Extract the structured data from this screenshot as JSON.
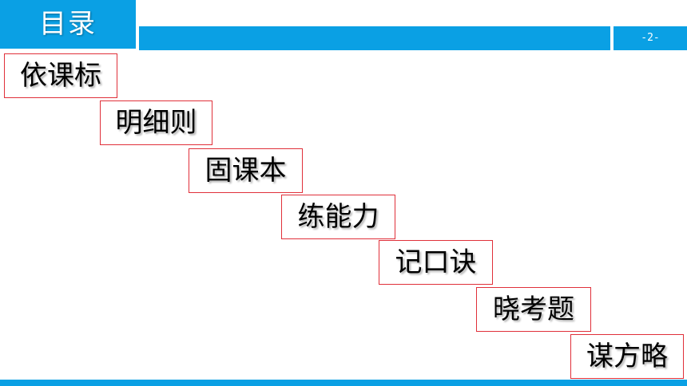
{
  "header": {
    "title": "目录",
    "page_number": "-2-"
  },
  "steps": [
    {
      "label": "依课标"
    },
    {
      "label": "明细则"
    },
    {
      "label": "固课本"
    },
    {
      "label": "练能力"
    },
    {
      "label": "记口诀"
    },
    {
      "label": "晓考题"
    },
    {
      "label": "谋方略"
    }
  ],
  "colors": {
    "accent": "#0aa0e4",
    "box_border": "#e0303a"
  }
}
